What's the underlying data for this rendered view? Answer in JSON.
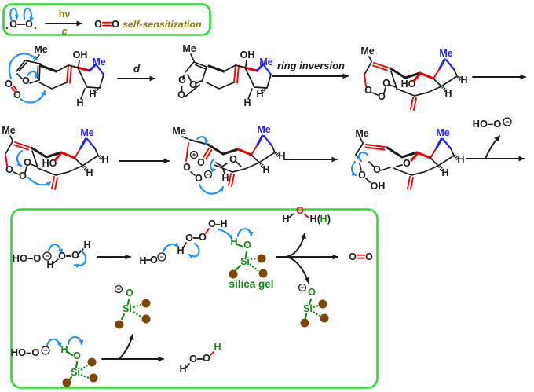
{
  "labels": {
    "hv": "hν",
    "c": "c",
    "d": "d",
    "ring_inversion": "ring inversion",
    "self_sensitization": "self-sensitization",
    "silica_gel": "silica gel",
    "me": "Me",
    "oh": "OH",
    "ho": "HO",
    "h": "H",
    "o": "O",
    "si": "Si",
    "ho_o": "HO–O",
    "plus": "+",
    "minus": "−",
    "open_paren": "(",
    "close_paren": ")"
  },
  "colors": {
    "curved_arrow_blue": "#1e90ff",
    "substituent_blue": "#2222ee",
    "highlight_red": "#ee0000",
    "box_green": "#2ddd2d",
    "silica_green": "#118a11",
    "silica_brown": "#7d4709",
    "sensitization_olive": "#8a7c00",
    "bond_black": "#1a1a1a"
  }
}
